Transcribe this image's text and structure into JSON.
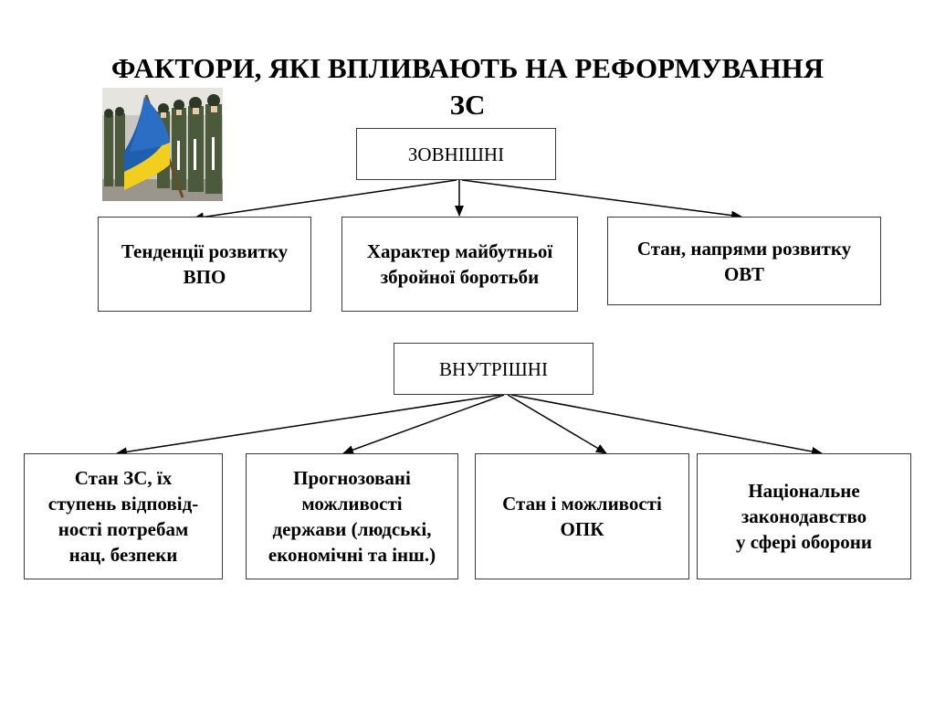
{
  "title": {
    "line1": "ФАКТОРИ, ЯКІ ВПЛИВАЮТЬ НА РЕФОРМУВАННЯ",
    "line2": "ЗС"
  },
  "colors": {
    "flag_blue": "#1f5fb0",
    "flag_yellow": "#f2cf1f",
    "uniform_green": "#4b5a3a",
    "border": "#3a3a3a"
  },
  "external": {
    "label": "ЗОВНІШНІ",
    "items": [
      {
        "lines": [
          "Тенденції розвитку",
          "ВПО"
        ]
      },
      {
        "lines": [
          "Характер майбутньої",
          "збройної боротьби"
        ]
      },
      {
        "lines": [
          "Стан, напрями розвитку",
          "ОВТ"
        ]
      }
    ]
  },
  "internal": {
    "label": "ВНУТРІШНІ",
    "items": [
      {
        "lines": [
          "Стан ЗС, їх",
          "ступень відповід-",
          "ності потребам",
          "нац. безпеки"
        ]
      },
      {
        "lines": [
          "Прогнозовані",
          "можливості",
          "держави (людські,",
          "економічні та інш.)"
        ]
      },
      {
        "lines": [
          "Стан і можливості",
          "ОПК"
        ]
      },
      {
        "lines": [
          "Національне",
          "законодавство",
          "у сфері оборони"
        ]
      }
    ]
  }
}
